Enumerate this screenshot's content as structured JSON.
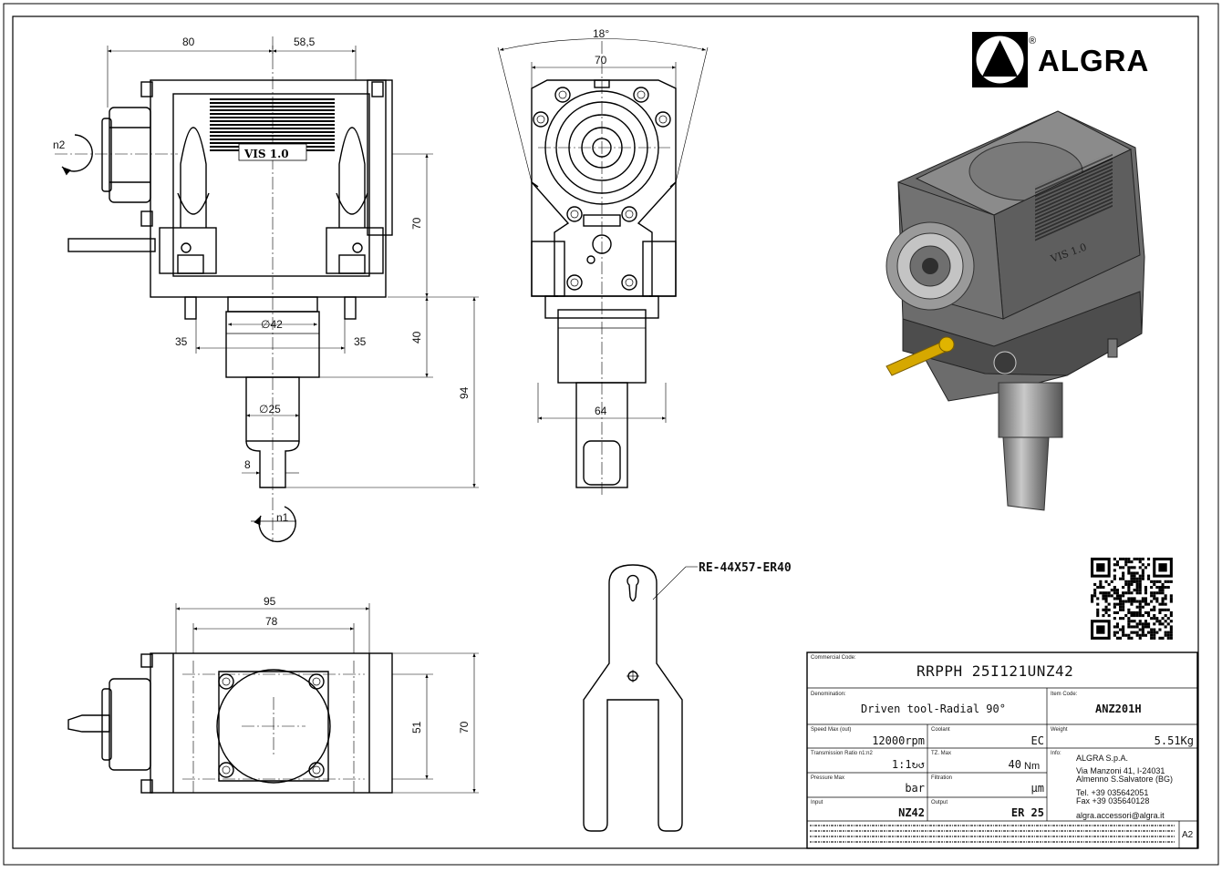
{
  "brand": {
    "name": "ALGRA",
    "registered": "®"
  },
  "dimensions": {
    "side": {
      "d80": "80",
      "d58_5": "58,5",
      "d70": "70",
      "d40": "40",
      "d94": "94",
      "d35a": "35",
      "d35b": "35",
      "dia42": "∅42",
      "dia25": "∅25",
      "d8": "8"
    },
    "front": {
      "angle": "18°",
      "d70": "70",
      "d64": "64"
    },
    "top": {
      "d95": "95",
      "d78": "78",
      "d51": "51",
      "d70": "70"
    }
  },
  "rotation": {
    "n1": "n1",
    "n2": "n2"
  },
  "engraving": "VIS 1.0",
  "callout": "RE-44X57-ER40",
  "title_block": {
    "commercial_code": {
      "label": "Commercial Code:",
      "value": "RRPPH 25I121UNZ42"
    },
    "denomination": {
      "label": "Denomination:",
      "value": "Driven tool-Radial 90°"
    },
    "item_code": {
      "label": "Item Code:",
      "value": "ANZ201H"
    },
    "speed_max": {
      "label": "Speed Max (out)",
      "value": "12000rpm"
    },
    "coolant": {
      "label": "Coolant",
      "value": "EC"
    },
    "weight": {
      "label": "Weight",
      "value": "5.51Kg"
    },
    "transmission": {
      "label": "Transmission Ratio n1:n2",
      "value": "1:1↻↺"
    },
    "torque": {
      "label": "TZ. Max",
      "value": "40",
      "unit": "Nm"
    },
    "pressure": {
      "label": "Pressure Max",
      "value": "bar"
    },
    "filtration": {
      "label": "Filtration",
      "value": "µm"
    },
    "input": {
      "label": "Input",
      "value": "NZ42"
    },
    "output": {
      "label": "Output",
      "value": "ER 25"
    },
    "info": {
      "label": "Info:",
      "company": "ALGRA S.p.A.",
      "address1": "Via Manzoni 41, I-24031",
      "address2": "Almenno S.Salvatore (BG)",
      "tel": "Tel. +39 035642051",
      "fax": "Fax +39 035640128",
      "email": "algra.accessori@algra.it"
    },
    "sheet_size": "A2"
  }
}
